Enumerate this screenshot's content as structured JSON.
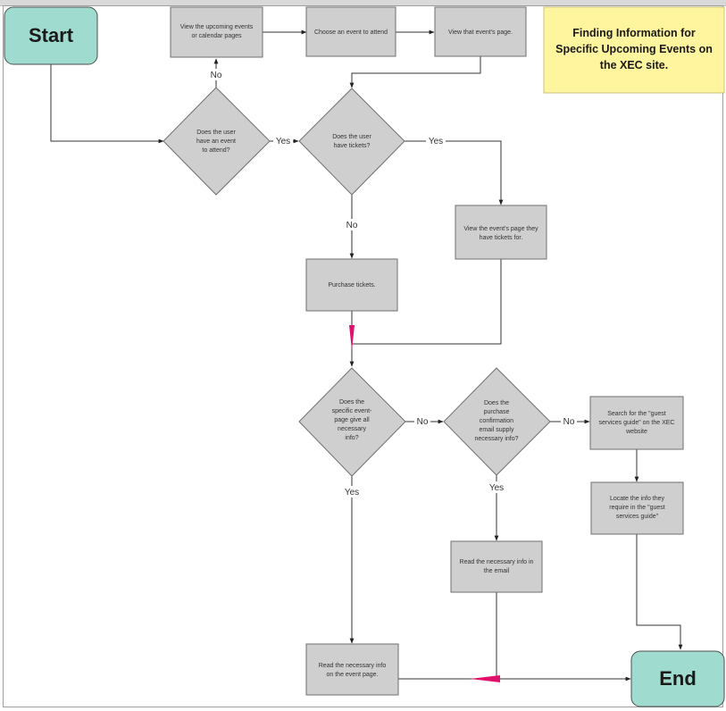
{
  "colors": {
    "terminal_fill": "#9fdccf",
    "process_fill": "#cfcfcf",
    "stroke": "#6f6f6f",
    "note_fill": "#fff59e",
    "note_stroke": "#c8c37a",
    "accent": "#e0106b"
  },
  "nodes": {
    "start": "Start",
    "end": "End",
    "title_note": [
      "Finding Information for",
      "Specific Upcoming Events on",
      "the XEC site."
    ],
    "has_event": [
      "Does the user",
      "have an event",
      "to attend?"
    ],
    "view_upcoming": [
      "View the upcoming events",
      "or calendar pages"
    ],
    "choose_event": [
      "Choose an event to attend"
    ],
    "view_event_page": [
      "View that event's page."
    ],
    "has_tickets": [
      "Does the user",
      "have tickets?"
    ],
    "view_ticket_page": [
      "View the event's page they",
      "have tickets for."
    ],
    "purchase": [
      "Purchase tickets."
    ],
    "event_page_info": [
      "Does the",
      "specific event-",
      "page give all",
      "necessary",
      "info?"
    ],
    "email_info": [
      "Does the",
      "purchase",
      "confirmation",
      "email supply",
      "necessary info?"
    ],
    "search_guide": [
      "Search for the \"guest",
      "services guide\" on the XEC",
      "website"
    ],
    "locate_info": [
      "Locate the info they",
      "require in the \"guest",
      "services guide\""
    ],
    "read_email": [
      "Read the necessary info in",
      "the email"
    ],
    "read_event_page": [
      "Read the necessary info",
      "on the event page."
    ]
  },
  "edge_labels": {
    "no_has_event": "No",
    "yes_has_event": "Yes",
    "yes_has_tickets": "Yes",
    "no_has_tickets": "No",
    "no_event_page": "No",
    "yes_event_page": "Yes",
    "no_email": "No",
    "yes_email": "Yes"
  }
}
